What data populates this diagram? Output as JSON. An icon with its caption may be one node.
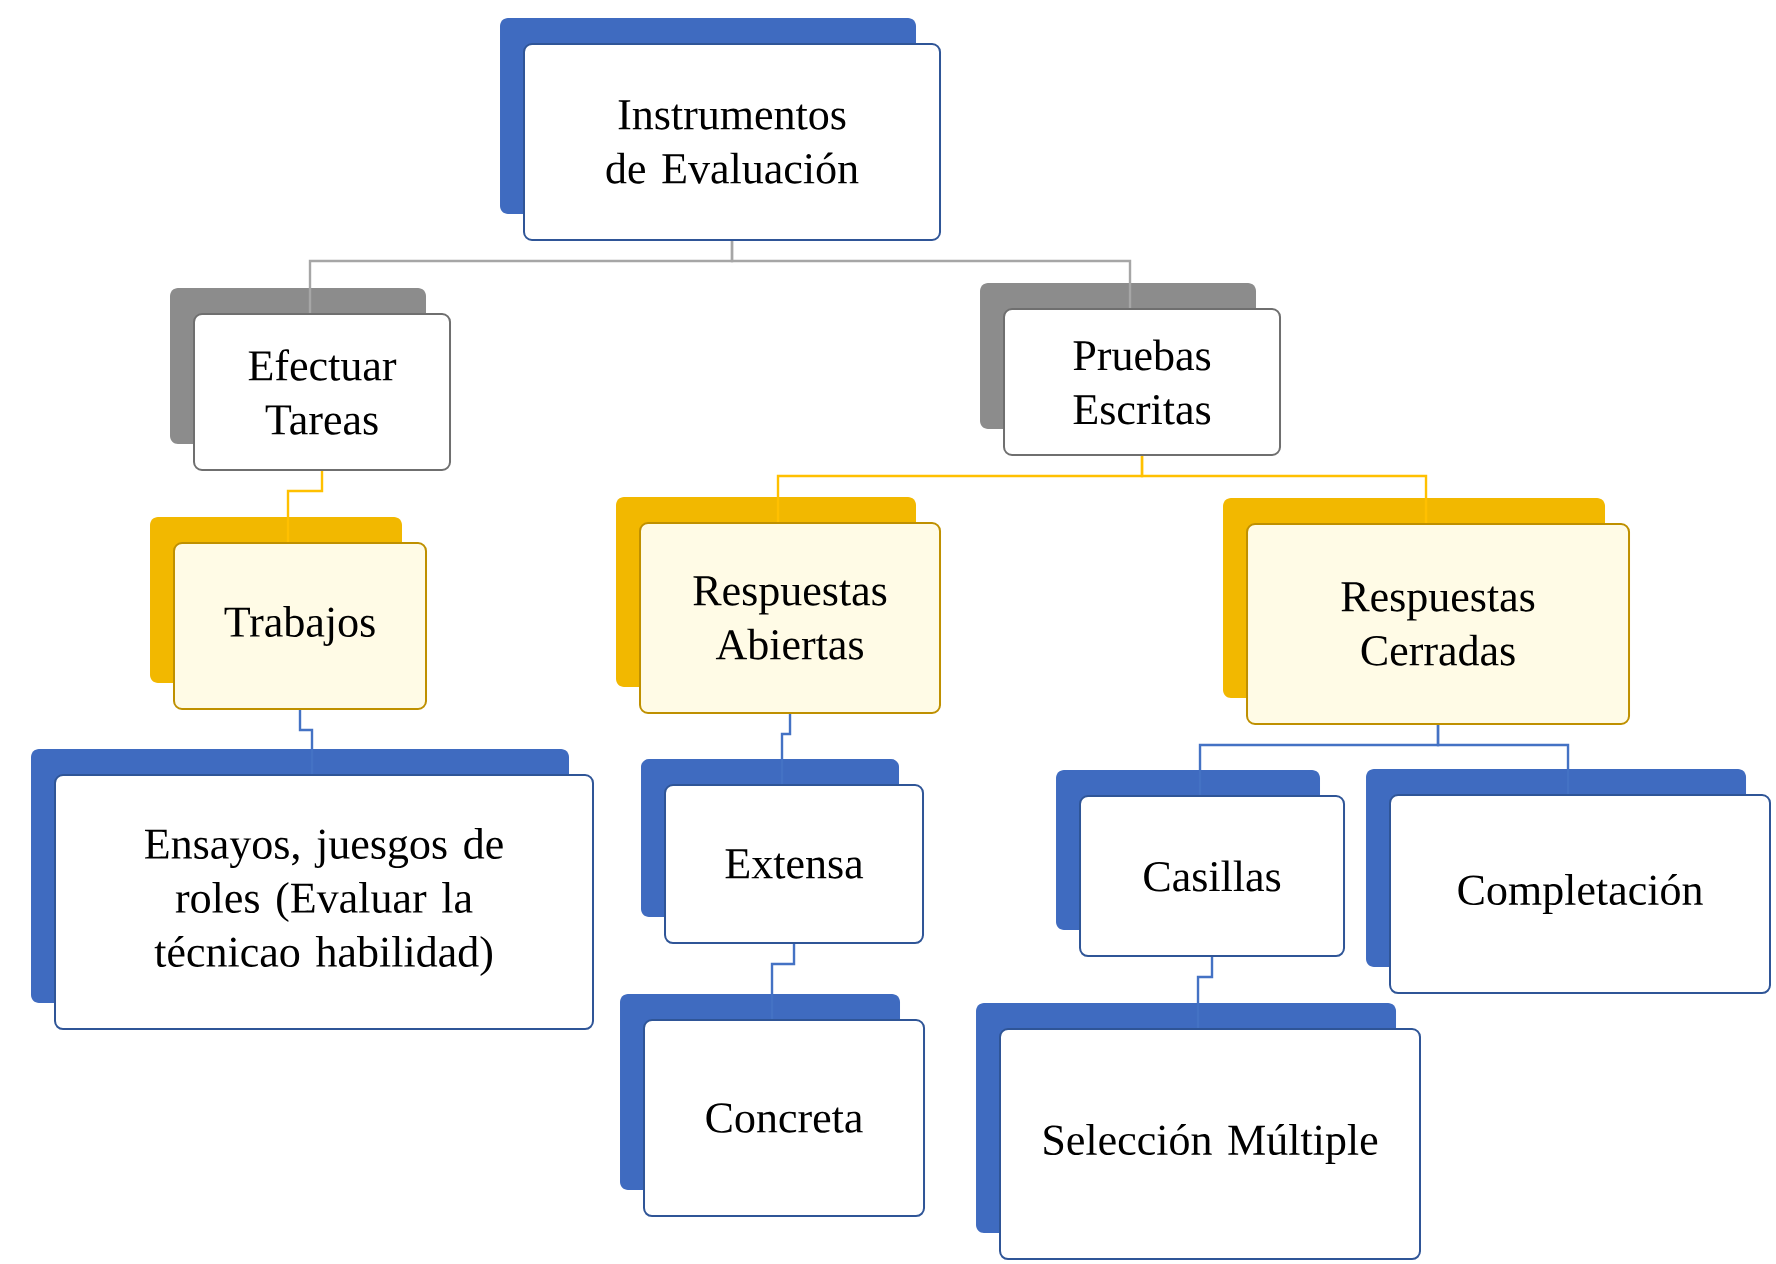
{
  "diagram": {
    "nodes": [
      {
        "text": [
          "Instrumentos de Evaluación"
        ]
      },
      {
        "text": [
          "Efectuar Tareas"
        ]
      },
      {
        "text": [
          "Pruebas Escritas"
        ]
      },
      {
        "text": [
          "Trabajos"
        ]
      },
      {
        "text": [
          "Respuestas Abiertas"
        ]
      },
      {
        "text": [
          "Respuestas Cerradas"
        ]
      },
      {
        "text": [
          "Ensayos, juesgos de roles (Evaluar la técnicao habilidad)"
        ]
      },
      {
        "text": [
          "Extensa"
        ]
      },
      {
        "text": [
          "Casillas"
        ]
      },
      {
        "text": [
          "Completación"
        ]
      },
      {
        "text": [
          "Concreta"
        ]
      },
      {
        "text": [
          "Selección Múltiple"
        ]
      }
    ],
    "edges": [
      {
        "from": 0,
        "to": 1,
        "arrow": "none",
        "color": "#a6a6a6"
      },
      {
        "from": 0,
        "to": 2,
        "arrow": "none",
        "color": "#a6a6a6"
      },
      {
        "from": 1,
        "to": 3,
        "arrow": "none",
        "color": "#ffc000"
      },
      {
        "from": 2,
        "to": 4,
        "arrow": "none",
        "color": "#ffc000"
      },
      {
        "from": 2,
        "to": 5,
        "arrow": "none",
        "color": "#ffc000"
      },
      {
        "from": 3,
        "to": 6,
        "arrow": "none"
      },
      {
        "from": 4,
        "to": 7,
        "arrow": "none"
      },
      {
        "from": 7,
        "to": 10,
        "arrow": "none"
      },
      {
        "from": 5,
        "to": 8,
        "arrow": "none"
      },
      {
        "from": 5,
        "to": 9,
        "arrow": "none"
      },
      {
        "from": 8,
        "to": 11,
        "arrow": "none"
      }
    ]
  }
}
